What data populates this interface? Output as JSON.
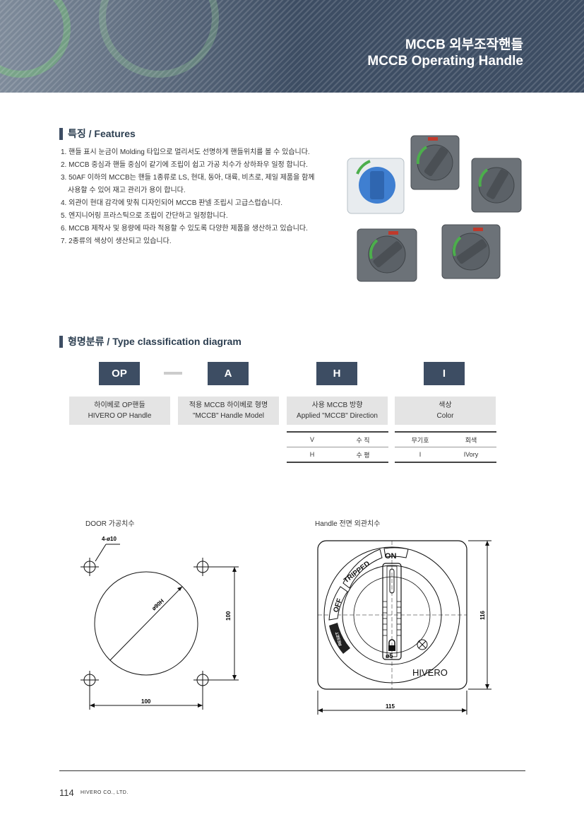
{
  "header": {
    "title_ko": "MCCB 외부조작핸들",
    "title_en": "MCCB Operating Handle"
  },
  "features": {
    "heading": "특징 / Features",
    "items": [
      "1. 핸들 표시 눈금이 Molding 타입으로 멀리서도 선명하게 핸들위치를 볼 수 있습니다.",
      "2. MCCB 중심과 핸들 중심이 같기에 조립이 쉽고 가공 치수가 상하좌우 일정 합니다.",
      "3. 50AF 이하의 MCCB는 핸들 1종류로 LS, 현대, 동아, 대륙, 비츠로, 제일 제품을 함께",
      "    사용할 수 있어 재고 관리가 용이 합니다.",
      "4. 외관이 현대 감각에 맞춰 디자인되어 MCCB 판넬 조립시 고급스럽습니다.",
      "5. 엔지니어링 프라스틱으로 조립이 간단하고 일정합니다.",
      "6. MCCB 제작사 및 용량에 따라 적용할 수 있도록 다양한 제품을 생산하고 있습니다.",
      "7. 2종류의 색상이 생산되고 있습니다."
    ]
  },
  "type_classification": {
    "heading": "형명분류 / Type classification diagram",
    "codes": [
      "OP",
      "A",
      "H",
      "I"
    ],
    "labels": [
      {
        "ko": "하이베로 OP핸들",
        "en": "HIVERO OP Handle"
      },
      {
        "ko": "적용 MCCB 하이베로 형명",
        "en": "\"MCCB\" Handle Model"
      },
      {
        "ko": "사용 MCCB 방향",
        "en": "Applied \"MCCB\" Direction"
      },
      {
        "ko": "색상",
        "en": "Color"
      }
    ],
    "direction_table": [
      [
        "V",
        "수 직"
      ],
      [
        "H",
        "수 평"
      ]
    ],
    "color_table": [
      [
        "무기호",
        "회색"
      ],
      [
        "I",
        "IVory"
      ]
    ]
  },
  "drawings": {
    "door_title": "DOOR 가공치수",
    "handle_title": "Handle 전면 외관치수",
    "door": {
      "holes": "4-ø10",
      "diameter": "ø90H",
      "width": "100",
      "height": "100"
    },
    "handle": {
      "brand": "HIVERO",
      "on": "ON",
      "tripped": "TRIPPED",
      "off": "OFF",
      "reset": "RESET",
      "lock": "ø5",
      "width": "115",
      "height": "116"
    }
  },
  "footer": {
    "page": "114",
    "company": "HIVERO CO., LTD."
  }
}
